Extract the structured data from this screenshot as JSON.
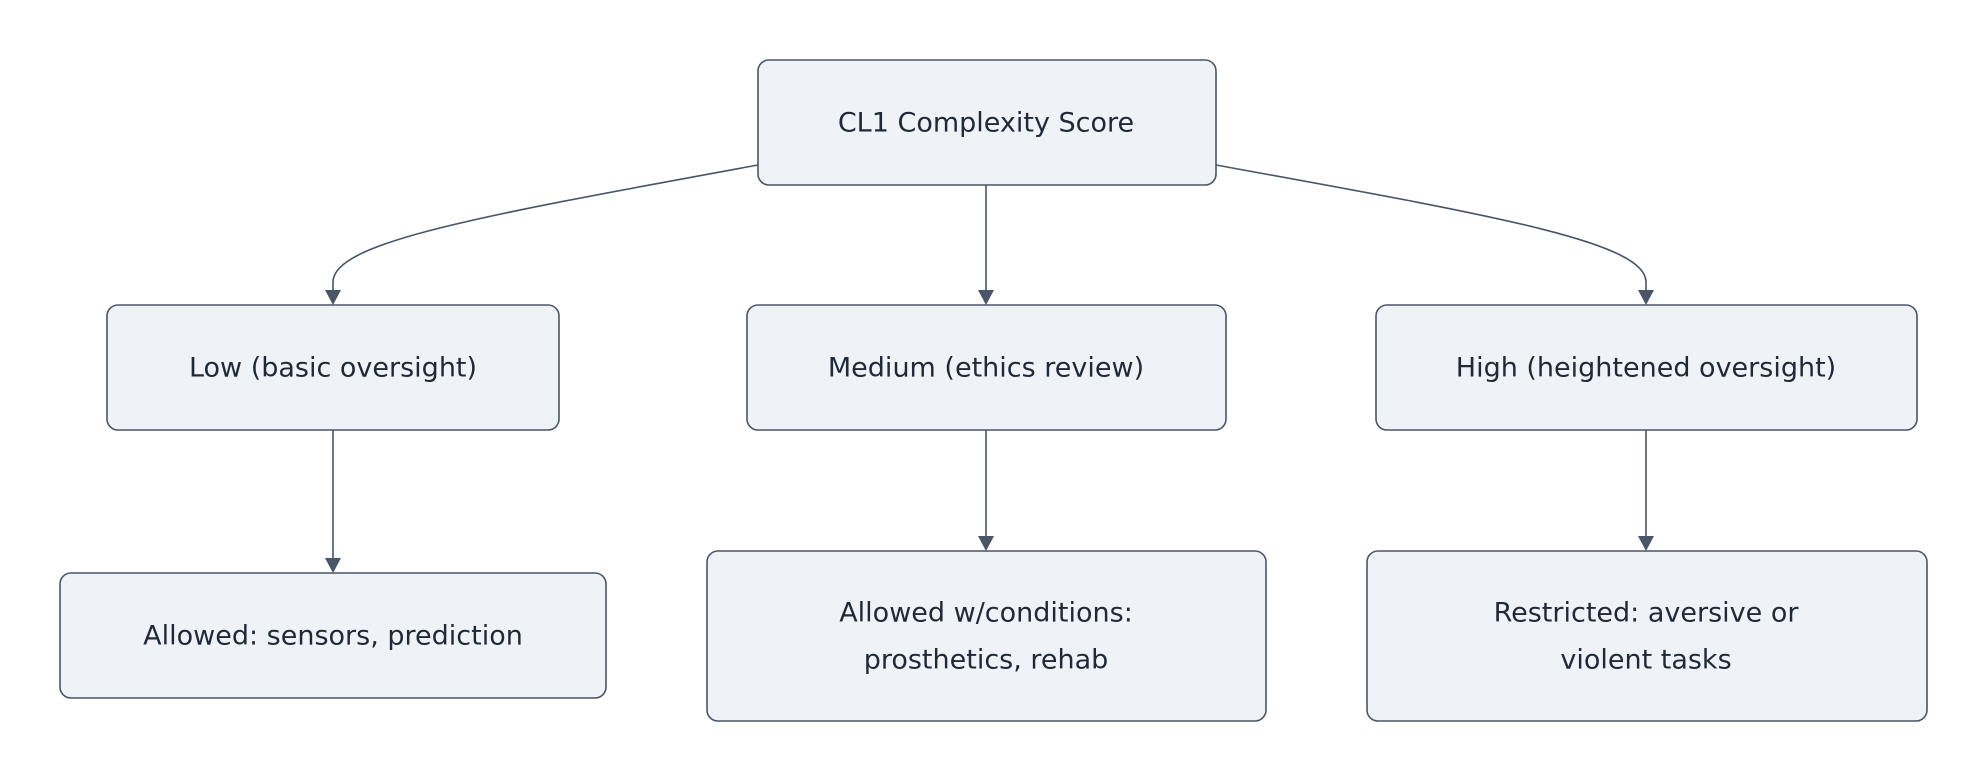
{
  "nodes": {
    "root": {
      "label": "CL1 Complexity Score"
    },
    "low": {
      "label": "Low (basic oversight)"
    },
    "medium": {
      "label": "Medium (ethics review)"
    },
    "high": {
      "label": "High (heightened oversight)"
    },
    "low_outcome": {
      "label": "Allowed: sensors, prediction"
    },
    "medium_outcome": {
      "label_line1": "Allowed w/conditions:",
      "label_line2": "prosthetics, rehab"
    },
    "high_outcome": {
      "label_line1": "Restricted: aversive or",
      "label_line2": "violent tasks"
    }
  },
  "edges": [
    {
      "from": "root",
      "to": "low"
    },
    {
      "from": "root",
      "to": "medium"
    },
    {
      "from": "root",
      "to": "high"
    },
    {
      "from": "low",
      "to": "low_outcome"
    },
    {
      "from": "medium",
      "to": "medium_outcome"
    },
    {
      "from": "high",
      "to": "high_outcome"
    }
  ],
  "colors": {
    "node_fill": "#eff3f8",
    "node_stroke": "#4a5568",
    "edge": "#4a5568",
    "text": "#1f2937"
  }
}
